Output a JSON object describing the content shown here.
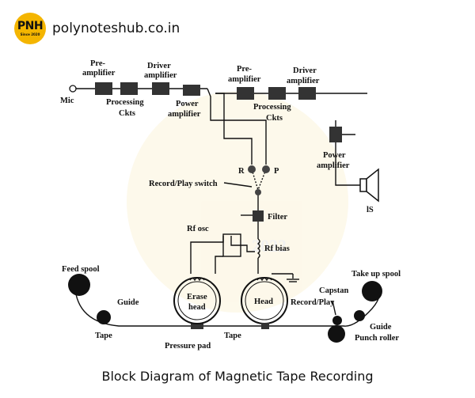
{
  "site": {
    "logo_text": "PNH",
    "logo_small": "Since 2020",
    "name": "polynoteshub.co.in"
  },
  "diagram": {
    "caption": "Block Diagram of Magnetic Tape Recording",
    "watermark_text": "2022",
    "labels": {
      "pre_amp_1": [
        "Pre-",
        "amplifier"
      ],
      "driver_amp_1": [
        "Driver",
        "amplifier"
      ],
      "mic": "Mic",
      "processing_1": [
        "Processing",
        "Ckts"
      ],
      "power_amp_1": [
        "Power",
        "amplifier"
      ],
      "pre_amp_2": [
        "Pre-",
        "amplifier"
      ],
      "driver_amp_2": [
        "Driver",
        "amplifier"
      ],
      "processing_2": [
        "Processing",
        "Ckts"
      ],
      "power_amp_2": [
        "Power",
        "amplifier"
      ],
      "r": "R",
      "p": "P",
      "record_play_switch": "Record/Play switch",
      "filter": "Filter",
      "ls": "lS",
      "rf_osc": "Rf osc",
      "rf_bias": "Rf bias",
      "feed_spool": "Feed spool",
      "guide_left": "Guide",
      "tape_left": "Tape",
      "erase_head": [
        "Erase",
        "head"
      ],
      "head": "Head",
      "record_play": "Record/Play",
      "pressure_pad": "Pressure pad",
      "tape_mid": "Tape",
      "take_up_spool": "Take up spool",
      "capstan": "Capstan",
      "guide_right": "Guide",
      "punch_roller": "Punch roller"
    }
  }
}
